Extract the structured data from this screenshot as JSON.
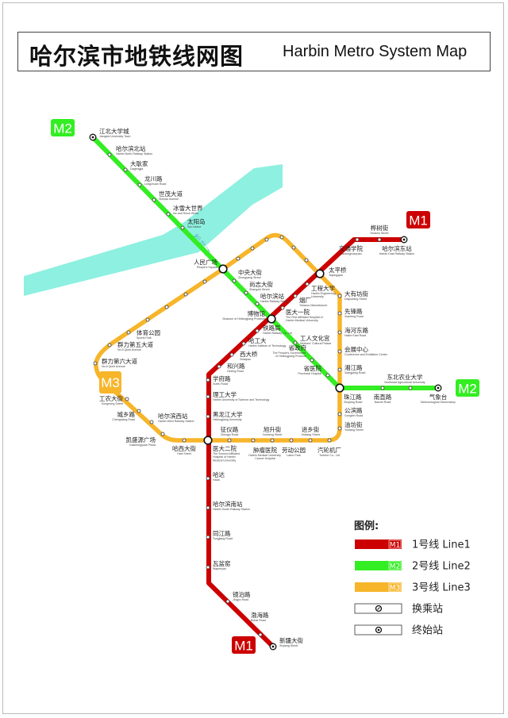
{
  "header": {
    "title_zh": "哈尔滨市地铁线网图",
    "title_en": "Harbin Metro System Map"
  },
  "river": {
    "label": "松花江",
    "color": "#8ef0e0"
  },
  "colors": {
    "m1": "#cc0000",
    "m2": "#33ee22",
    "m3": "#f7b52a"
  },
  "badges": {
    "m1": "M1",
    "m2": "M2",
    "m3": "M3"
  },
  "lines": {
    "m2": {
      "stations": [
        {
          "id": "jiangbei",
          "zh": "江北大学城",
          "en": "Jiangbei University Town",
          "type": "terminal"
        },
        {
          "id": "hbnorth",
          "zh": "哈尔滨北站",
          "en": "Harbin North Railway Station"
        },
        {
          "id": "dagengjia",
          "zh": "大耿家",
          "en": "Dagengjia"
        },
        {
          "id": "longchuan",
          "zh": "龙川路",
          "en": "Longchuan Road"
        },
        {
          "id": "shimao",
          "zh": "世茂大道",
          "en": "Shimao Avenue"
        },
        {
          "id": "bingxue",
          "zh": "冰雪大世界",
          "en": "Ice and Snow World"
        },
        {
          "id": "taiyangdao",
          "zh": "太阳岛",
          "en": "Sun Island"
        },
        {
          "id": "renmin",
          "zh": "人民广场",
          "en": "People's Square",
          "type": "interchange"
        },
        {
          "id": "zhongyang",
          "zh": "中央大街",
          "en": "Zhongyang Street"
        },
        {
          "id": "shangzhi",
          "zh": "尚志大街",
          "en": "Shangzhi Street"
        },
        {
          "id": "hbstation",
          "zh": "哈尔滨站",
          "en": "Harbin Railway Station"
        },
        {
          "id": "bowuguan",
          "zh": "博物馆",
          "en": "Museum of Heilongjiang Province",
          "type": "interchange"
        },
        {
          "id": "gongren",
          "zh": "工人文化宫",
          "en": "Workers' Cultural Palace"
        },
        {
          "id": "shengzhengfu",
          "zh": "省政府",
          "en": "The People's Government of Heilongjiang Province"
        },
        {
          "id": "shengyiyuan",
          "zh": "省医院",
          "en": "Provincial Hospital"
        },
        {
          "id": "zhujiang",
          "zh": "珠江路",
          "en": "Zhujiang Road",
          "type": "interchange"
        },
        {
          "id": "nanzhi",
          "zh": "南直路",
          "en": "Nanzhi Road"
        },
        {
          "id": "dongnong",
          "zh": "东北农业大学",
          "en": "Northeast Agricultural University"
        },
        {
          "id": "qixiangtai",
          "zh": "气象台",
          "en": "Meteorological Observatory",
          "type": "terminal"
        }
      ]
    },
    "m1": {
      "stations": [
        {
          "id": "dongzhan",
          "zh": "哈尔滨东站",
          "en": "Harbin East Railway Station",
          "type": "terminal"
        },
        {
          "id": "huashu",
          "zh": "桦树街",
          "en": "Huashu Street"
        },
        {
          "id": "jiaotong",
          "zh": "交通学院",
          "en": "Jiaotongxueyuan"
        },
        {
          "id": "taipingqiao",
          "zh": "太平桥",
          "en": "Taipingqiao",
          "type": "interchange"
        },
        {
          "id": "gongcheng",
          "zh": "工程大学",
          "en": "Harbin Engineering University"
        },
        {
          "id": "yanchang",
          "zh": "烟厂",
          "en": "Tobacco Manufacturer"
        },
        {
          "id": "yidayiyuan",
          "zh": "医大一院",
          "en": "The First Affiliated Hospital of Harbin Medical University"
        },
        {
          "id": "tieluju",
          "zh": "铁路局",
          "en": "Harbin Railway Co.,Ltd"
        },
        {
          "id": "hagongda",
          "zh": "哈工大",
          "en": "Harbin Institute of Technology"
        },
        {
          "id": "xidaqiao",
          "zh": "西大桥",
          "en": "Xidaqiao"
        },
        {
          "id": "hexing",
          "zh": "和兴路",
          "en": "Hexing Road"
        },
        {
          "id": "xuefu",
          "zh": "学府路",
          "en": "Xuefu Road"
        },
        {
          "id": "ligong",
          "zh": "理工大学",
          "en": "Harbin University of Science and Technology"
        },
        {
          "id": "heida",
          "zh": "黑龙江大学",
          "en": "Heilongjiang University"
        },
        {
          "id": "yidaeryuan",
          "zh": "医大二院",
          "en": "The Second Affiliated Hospital of Harbin Medical University",
          "type": "interchange"
        },
        {
          "id": "hada",
          "zh": "哈达",
          "en": "Hada"
        },
        {
          "id": "nanzhan",
          "zh": "哈尔滨南站",
          "en": "Harbin South Railway Station"
        },
        {
          "id": "tongjiang",
          "zh": "同江路",
          "en": "Tongjiang Road"
        },
        {
          "id": "wapenyao",
          "zh": "瓦盆窑",
          "en": "Wapenyao"
        },
        {
          "id": "jingpo",
          "zh": "镜泊路",
          "en": "Jingpo Road"
        },
        {
          "id": "bohai",
          "zh": "渤海路",
          "en": "Bohai Road"
        },
        {
          "id": "xinjiang",
          "zh": "新疆大街",
          "en": "Xinjiang Street",
          "type": "terminal"
        }
      ]
    },
    "m3": {
      "stations": [
        {
          "id": "dayoufang",
          "zh": "大有坊街",
          "en": "Dayoufang Street"
        },
        {
          "id": "xianfeng",
          "zh": "先锋路",
          "en": "Xianfeng Road"
        },
        {
          "id": "haihe",
          "zh": "海河东路",
          "en": "Haihe East Road"
        },
        {
          "id": "huizhan",
          "zh": "会展中心",
          "en": "Conference and Exhibition Center"
        },
        {
          "id": "xiangjiang",
          "zh": "湘江路",
          "en": "Xiangjiang Road"
        },
        {
          "id": "gongbin",
          "zh": "公滨路",
          "en": "Gongbin Road"
        },
        {
          "id": "youfang",
          "zh": "油坊街",
          "en": "Youfang Street"
        },
        {
          "id": "qilunji",
          "zh": "汽轮机厂",
          "en": "Turbine Co., Ltd"
        },
        {
          "id": "jinxiang",
          "zh": "进乡街",
          "en": "Jinxiang Street"
        },
        {
          "id": "laodong",
          "zh": "劳动公园",
          "en": "Labor Park"
        },
        {
          "id": "xusheng",
          "zh": "旭升街",
          "en": "Xusheng Street"
        },
        {
          "id": "zhongliu",
          "zh": "肿瘤医院",
          "en": "Harbin Medical University Cancer Hospital"
        },
        {
          "id": "zhengyi",
          "zh": "征仪路",
          "en": "Zhengyi Road"
        },
        {
          "id": "haxi",
          "zh": "哈西大街",
          "en": "Haxi Street"
        },
        {
          "id": "kaisheng",
          "zh": "凯盛源广场",
          "en": "Kaishengyuan Plaza"
        },
        {
          "id": "xizhan",
          "zh": "哈尔滨西站",
          "en": "Harbin West Railway Station"
        },
        {
          "id": "chengxiang",
          "zh": "城乡路",
          "en": "Chengxiang Road"
        },
        {
          "id": "gongnong",
          "zh": "工农大街",
          "en": "Gongnong Street"
        },
        {
          "id": "qunli6",
          "zh": "群力第六大道",
          "en": "No.6 Qunli Avenue"
        },
        {
          "id": "qunli5",
          "zh": "群力第五大道",
          "en": "No.5 Qunli Avenue"
        },
        {
          "id": "tiyu",
          "zh": "体育公园",
          "en": "Sports Park"
        }
      ]
    }
  },
  "legend": {
    "title": "图例:",
    "items": [
      {
        "kind": "m1",
        "badge": "M1",
        "label": "1号线  Line1"
      },
      {
        "kind": "m2",
        "badge": "M2",
        "label": "2号线  Line2"
      },
      {
        "kind": "m3",
        "badge": "M3",
        "label": "3号线  Line3"
      },
      {
        "kind": "interchange",
        "label": "换乘站"
      },
      {
        "kind": "terminal",
        "label": "终始站"
      }
    ]
  }
}
